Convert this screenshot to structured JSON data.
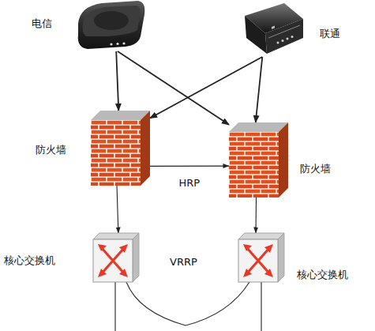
{
  "diagram": {
    "nodes": [
      {
        "text": [
          "电信"
        ]
      },
      {
        "text": [
          "联通"
        ]
      },
      {
        "text": [
          "防火墙"
        ]
      },
      {
        "text": [
          "防火墙"
        ]
      },
      {
        "text": [
          "核心交换机"
        ]
      },
      {
        "text": [
          "核心交换机"
        ]
      }
    ],
    "edges": [
      {
        "from": 0,
        "to": 2,
        "arrow": "to"
      },
      {
        "from": 0,
        "to": 3,
        "arrow": "to"
      },
      {
        "from": 1,
        "to": 2,
        "arrow": "to"
      },
      {
        "from": 1,
        "to": 3,
        "arrow": "to"
      },
      {
        "from": 2,
        "to": 3,
        "label": "HRP",
        "arrow": "to"
      },
      {
        "from": 2,
        "to": 4,
        "arrow": "to"
      },
      {
        "from": 3,
        "to": 5,
        "arrow": "to"
      }
    ],
    "labels": [
      "VRRP"
    ]
  }
}
